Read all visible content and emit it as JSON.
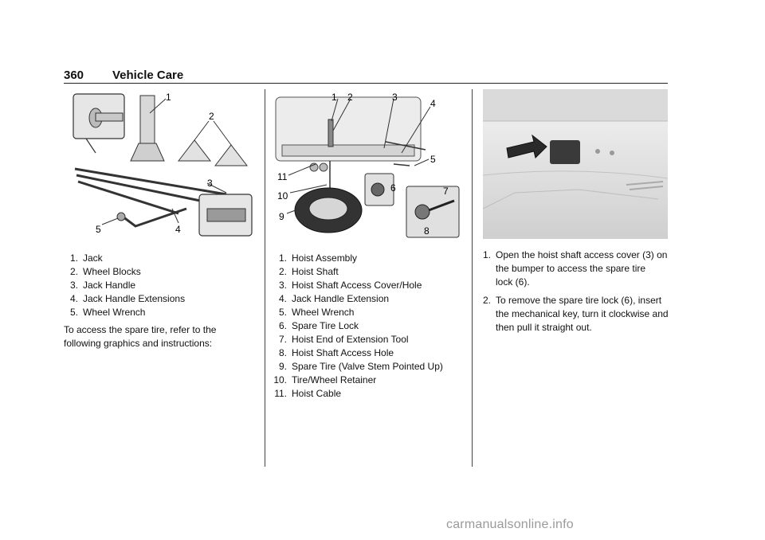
{
  "header": {
    "page_number": "360",
    "section_title": "Vehicle Care"
  },
  "figure1": {
    "callouts": [
      "1",
      "2",
      "3",
      "4",
      "5"
    ]
  },
  "list1": [
    {
      "n": "1.",
      "text": "Jack"
    },
    {
      "n": "2.",
      "text": "Wheel Blocks"
    },
    {
      "n": "3.",
      "text": "Jack Handle"
    },
    {
      "n": "4.",
      "text": "Jack Handle Extensions"
    },
    {
      "n": "5.",
      "text": "Wheel Wrench"
    }
  ],
  "intro_paragraph": "To access the spare tire, refer to the following graphics and instructions:",
  "figure2": {
    "callouts": [
      "1",
      "2",
      "3",
      "4",
      "5",
      "6",
      "7",
      "8",
      "9",
      "10",
      "11"
    ]
  },
  "list2": [
    {
      "n": "1.",
      "text": "Hoist Assembly"
    },
    {
      "n": "2.",
      "text": "Hoist Shaft"
    },
    {
      "n": "3.",
      "text": "Hoist Shaft Access Cover/Hole"
    },
    {
      "n": "4.",
      "text": "Jack Handle Extension"
    },
    {
      "n": "5.",
      "text": "Wheel Wrench"
    },
    {
      "n": "6.",
      "text": "Spare Tire Lock"
    },
    {
      "n": "7.",
      "text": "Hoist End of Extension Tool"
    },
    {
      "n": "8.",
      "text": "Hoist Shaft Access Hole"
    },
    {
      "n": "9.",
      "text": "Spare Tire (Valve Stem Pointed Up)"
    },
    {
      "n": "10.",
      "text": "Tire/Wheel Retainer"
    },
    {
      "n": "11.",
      "text": "Hoist Cable"
    }
  ],
  "steps": [
    {
      "n": "1.",
      "lines": [
        "Open the hoist shaft access cover (3) on",
        "the bumper to access the spare tire",
        "lock (6)."
      ]
    },
    {
      "n": "2.",
      "lines": [
        "To remove the spare tire lock (6), insert",
        "the mechanical key, turn it clockwise and",
        "then pull it straight out."
      ]
    }
  ],
  "watermark": "carmanualsonline.info"
}
